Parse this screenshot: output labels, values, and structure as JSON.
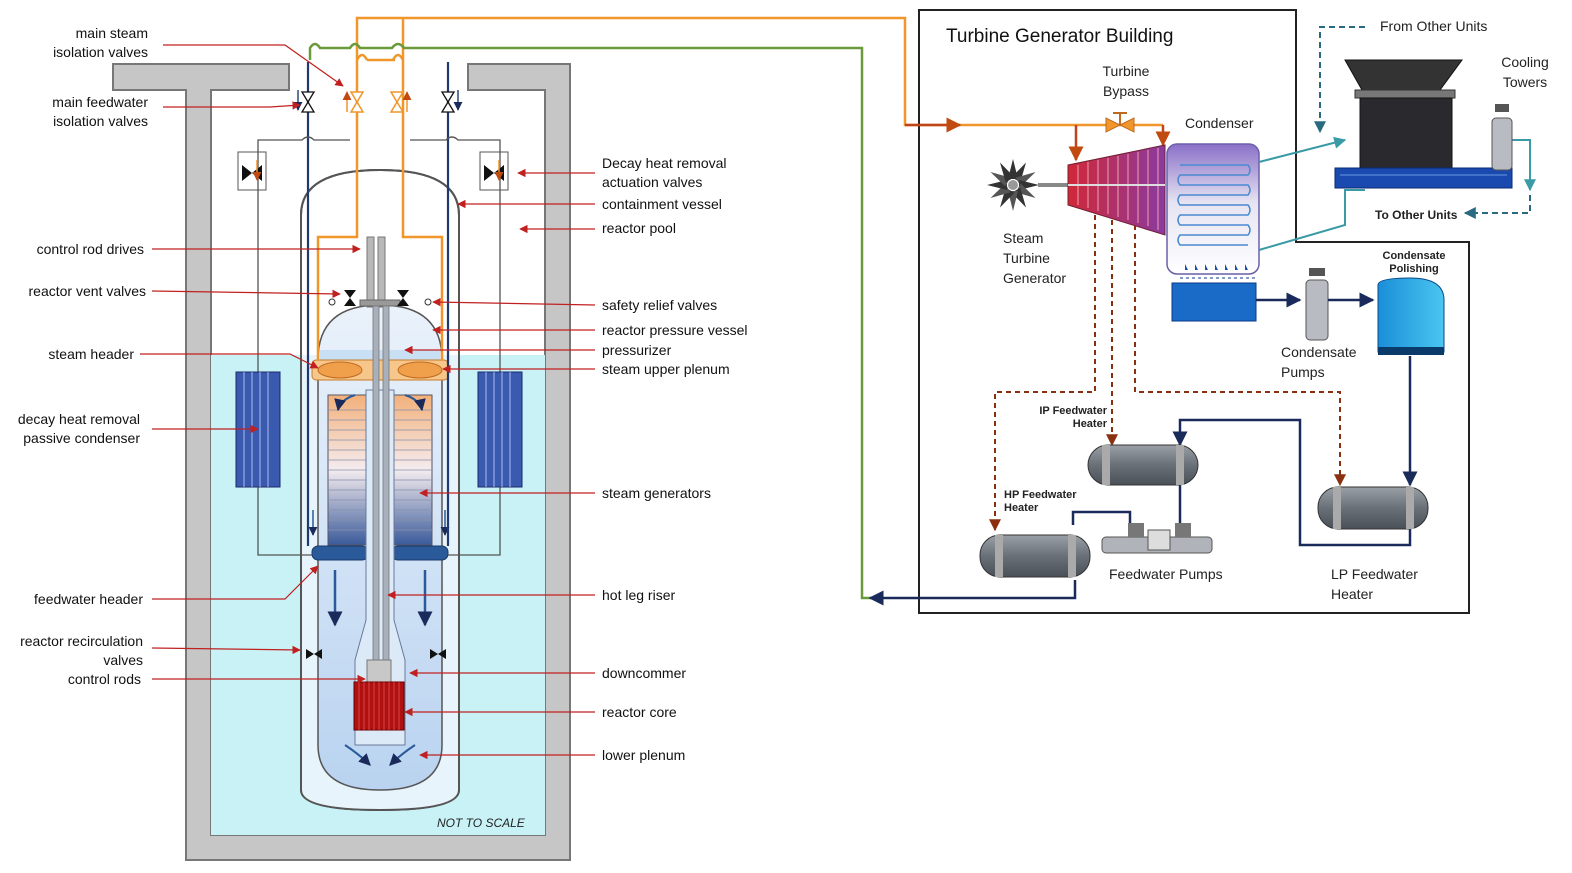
{
  "reactor": {
    "labels_left": {
      "main_steam_isolation_valves": "main steam\nisolation valves",
      "main_feedwater_isolation_valves": "main feedwater\nisolation valves",
      "control_rod_drives": "control rod drives",
      "reactor_vent_valves": "reactor vent valves",
      "steam_header": "steam header",
      "decay_heat_removal_passive_condenser": "decay heat removal\npassive condenser",
      "feedwater_header": "feedwater header",
      "reactor_recirculation_valves": "reactor recirculation\nvalves",
      "control_rods": "control rods"
    },
    "labels_right": {
      "decay_heat_removal_actuation_valves": "Decay heat removal\nactuation valves",
      "containment_vessel": "containment vessel",
      "reactor_pool": "reactor pool",
      "safety_relief_valves": "safety relief valves",
      "reactor_pressure_vessel": "reactor pressure vessel",
      "pressurizer": "pressurizer",
      "steam_upper_plenum": "steam upper plenum",
      "steam_generators": "steam generators",
      "hot_leg_riser": "hot leg riser",
      "downcommer": "downcommer",
      "reactor_core": "reactor core",
      "lower_plenum": "lower plenum"
    },
    "not_to_scale": "NOT TO SCALE"
  },
  "turbine_building": {
    "title": "Turbine Generator Building",
    "turbine_bypass": "Turbine\nBypass",
    "condenser": "Condenser",
    "steam_turbine_generator": "Steam\nTurbine\nGenerator",
    "from_other_units": "From Other Units",
    "cooling_towers": "Cooling\nTowers",
    "to_other_units": "To Other Units",
    "condensate_polishing": "Condensate\nPolishing",
    "condensate_pumps": "Condensate\nPumps",
    "ip_feedwater_heater": "IP Feedwater\nHeater",
    "hp_feedwater_heater": "HP Feedwater\nHeater",
    "feedwater_pumps": "Feedwater Pumps",
    "lp_feedwater_heater": "LP Feedwater\nHeater"
  },
  "colors": {
    "steam": "#f0962a",
    "feedwater": "#2a4a7a",
    "green_line": "#6a9a3a",
    "pool": "#c8f2f5",
    "arrow_red": "#c02020",
    "cooling": "#3a9aa5"
  }
}
